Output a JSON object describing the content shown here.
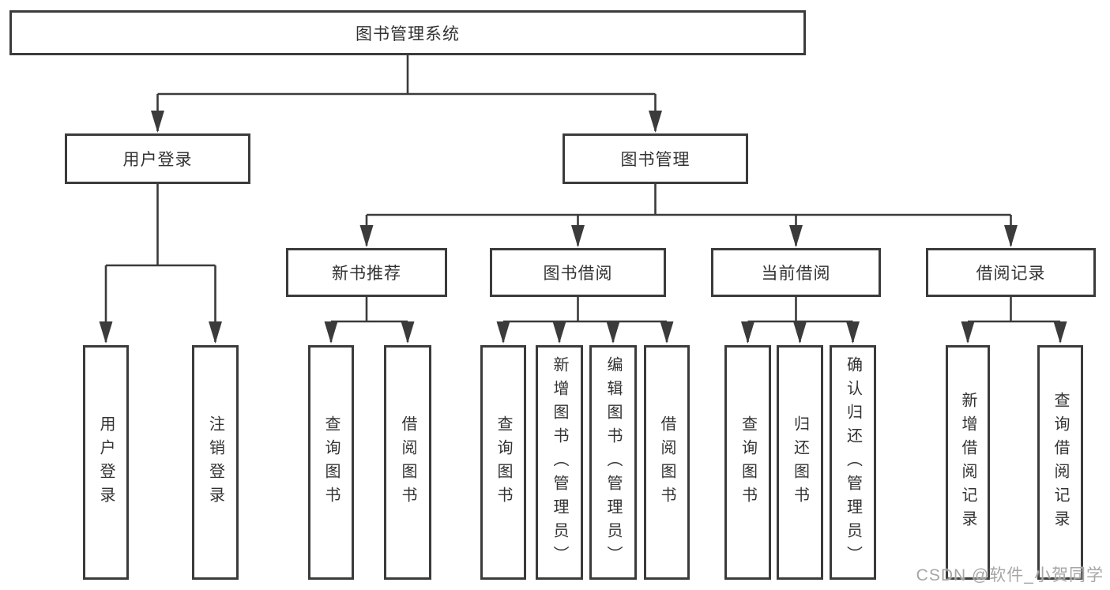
{
  "diagram": {
    "title": "图书管理系统",
    "level2": [
      {
        "label": "用户登录"
      },
      {
        "label": "图书管理"
      }
    ],
    "level3": [
      {
        "label": "新书推荐"
      },
      {
        "label": "图书借阅"
      },
      {
        "label": "当前借阅"
      },
      {
        "label": "借阅记录"
      }
    ],
    "leaves": {
      "user_login": [
        {
          "label": "用户登录"
        },
        {
          "label": "注销登录"
        }
      ],
      "new_book": [
        {
          "label": "查询图书"
        },
        {
          "label": "借阅图书"
        }
      ],
      "book_borrow": [
        {
          "label": "查询图书"
        },
        {
          "label": "新增图书（管理员）"
        },
        {
          "label": "编辑图书（管理员）"
        },
        {
          "label": "借阅图书"
        }
      ],
      "current_borrow": [
        {
          "label": "查询图书"
        },
        {
          "label": "归还图书"
        },
        {
          "label": "确认归还（管理员）"
        }
      ],
      "borrow_records": [
        {
          "label": "新增借阅记录"
        },
        {
          "label": "查询借阅记录"
        }
      ]
    }
  },
  "watermark": "CSDN @软件_小贺同学",
  "colors": {
    "line": "#3b3b3b",
    "text": "#333333",
    "background": "#ffffff",
    "watermark": "#a6a6a6"
  }
}
